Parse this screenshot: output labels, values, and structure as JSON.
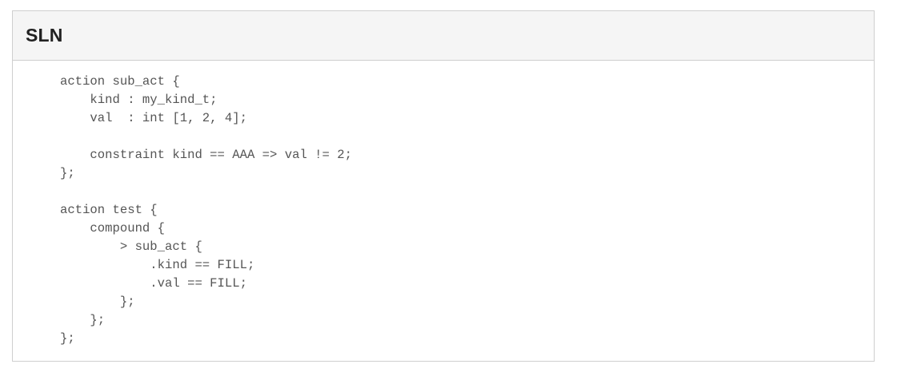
{
  "panel": {
    "title": "SLN"
  },
  "code": {
    "lines": [
      "action sub_act {",
      "    kind : my_kind_t;",
      "    val  : int [1, 2, 4];",
      "",
      "    constraint kind == AAA => val != 2;",
      "};",
      "",
      "action test {",
      "    compound {",
      "        > sub_act {",
      "            .kind == FILL;",
      "            .val == FILL;",
      "        };",
      "    };",
      "};"
    ]
  }
}
